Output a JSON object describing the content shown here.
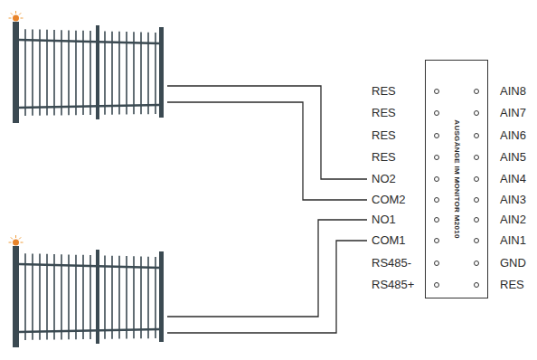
{
  "diagram": {
    "nodes": [
      {
        "text": [
          "AUSGÄNGE IM MONITOR M2010"
        ]
      }
    ],
    "labels": [
      "RES",
      "RES",
      "RES",
      "RES",
      "NO2",
      "COM2",
      "NO1",
      "COM1",
      "RS485-",
      "RS485+",
      "AIN8",
      "AIN7",
      "AIN6",
      "AIN5",
      "AIN4",
      "AIN3",
      "AIN2",
      "AIN1",
      "GND",
      "RES"
    ]
  }
}
